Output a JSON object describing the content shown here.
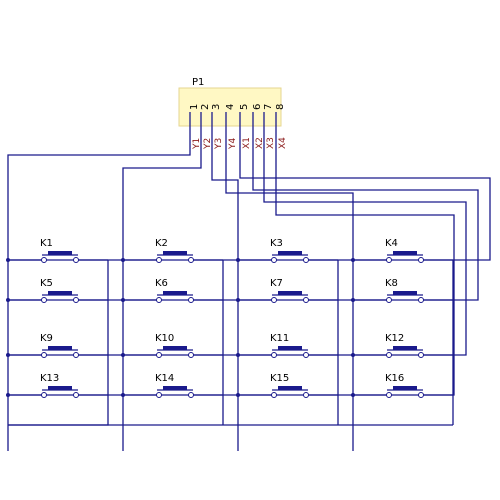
{
  "connector": {
    "ref": "P1",
    "pins": [
      {
        "num": "1",
        "name": "Y1"
      },
      {
        "num": "2",
        "name": "Y2"
      },
      {
        "num": "3",
        "name": "Y3"
      },
      {
        "num": "4",
        "name": "Y4"
      },
      {
        "num": "5",
        "name": "X1"
      },
      {
        "num": "6",
        "name": "X2"
      },
      {
        "num": "7",
        "name": "X3"
      },
      {
        "num": "8",
        "name": "X4"
      }
    ]
  },
  "keys": [
    [
      "K1",
      "K2",
      "K3",
      "K4"
    ],
    [
      "K5",
      "K6",
      "K7",
      "K8"
    ],
    [
      "K9",
      "K10",
      "K11",
      "K12"
    ],
    [
      "K13",
      "K14",
      "K15",
      "K16"
    ]
  ],
  "colors": {
    "wire": "#1a1a8c",
    "pin_name": "#8b1a1a",
    "connector_fill": "#fff8c4"
  }
}
